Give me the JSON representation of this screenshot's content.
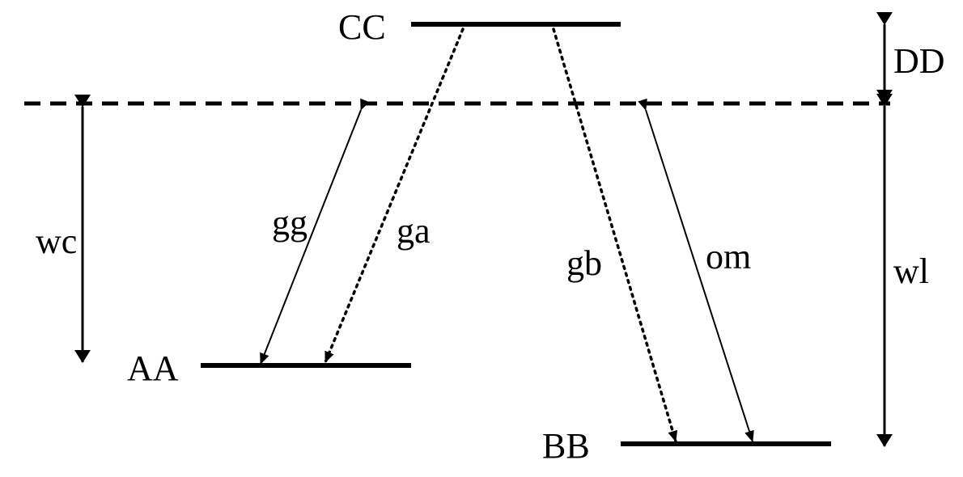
{
  "levels": {
    "excited": "CC",
    "ground_a": "AA",
    "ground_b": "BB"
  },
  "transitions": {
    "coupling_a": "gg",
    "decay_a": "ga",
    "decay_b": "gb",
    "coupling_b": "om"
  },
  "detunings": {
    "detuning": "DD",
    "cavity_frequency": "wc",
    "laser_frequency": "wl"
  }
}
